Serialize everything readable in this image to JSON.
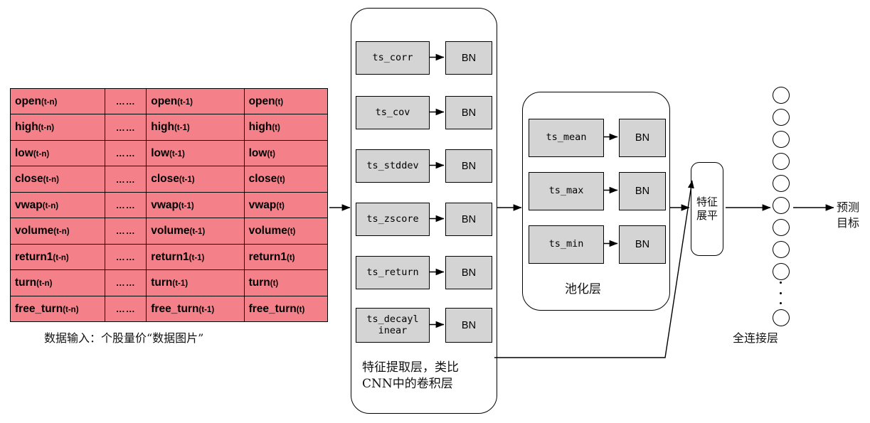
{
  "table": {
    "ellipsis": "……",
    "rows": [
      {
        "c0": "open",
        "c2": "open",
        "c3": "open"
      },
      {
        "c0": "high",
        "c2": "high",
        "c3": "high"
      },
      {
        "c0": "low",
        "c2": "low",
        "c3": "low"
      },
      {
        "c0": "close",
        "c2": "close",
        "c3": "close"
      },
      {
        "c0": "vwap",
        "c2": "vwap",
        "c3": "vwap"
      },
      {
        "c0": "volume",
        "c2": "volume",
        "c3": "volume"
      },
      {
        "c0": "return1",
        "c2": "return1",
        "c3": "return1"
      },
      {
        "c0": "turn",
        "c2": "turn",
        "c3": "turn"
      },
      {
        "c0": "free_turn",
        "c2": "free_turn",
        "c3": "free_turn"
      }
    ],
    "suffix_old": "(t-n)",
    "suffix_prev": "(t-1)",
    "suffix_cur": "(t)",
    "caption": "数据输入：个股量价“数据图片”"
  },
  "feature_layer": {
    "caption_line1": "特征提取层，类比",
    "caption_line2": "CNN中的卷积层",
    "bn_label": "BN",
    "ops": [
      {
        "name": "ts_corr"
      },
      {
        "name": "ts_cov"
      },
      {
        "name": "ts_stddev"
      },
      {
        "name": "ts_zscore"
      },
      {
        "name": "ts_return"
      },
      {
        "name": "ts_decayl\ninear"
      }
    ]
  },
  "pooling_layer": {
    "caption": "池化层",
    "bn_label": "BN",
    "ops": [
      {
        "name": "ts_mean"
      },
      {
        "name": "ts_max"
      },
      {
        "name": "ts_min"
      }
    ]
  },
  "flatten": {
    "line1": "特征",
    "line2": "展平"
  },
  "fc_layer": {
    "caption": "全连接层",
    "neuron_count": 9,
    "tail_neuron_count": 1,
    "dots": "⋮"
  },
  "output": {
    "line1": "预测",
    "line2": "目标"
  },
  "colors": {
    "table_fill": "#F48189",
    "box_fill": "#D4D4D4",
    "stroke": "#000000",
    "background": "#FFFFFF"
  }
}
